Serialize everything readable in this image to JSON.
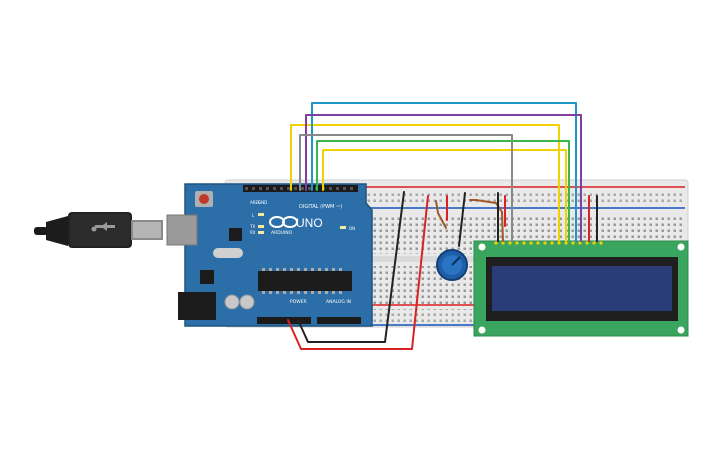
{
  "arduino": {
    "logo_text": "UNO",
    "brand_text": "ARDUINO",
    "header_label": "DIGITAL (PWM ~)",
    "power_label": "POWER",
    "analog_label": "ANALOG IN",
    "led_labels": [
      "L",
      "TX",
      "RX"
    ],
    "on_label": "ON",
    "aref_label": "AREF",
    "gnd_label": "GND"
  },
  "colors": {
    "board": "#2b6ea8",
    "board_edge": "#1f557f",
    "breadboard": "#e9e9e9",
    "lcd_pcb": "#3aa55e",
    "lcd_screen": "#2a3d78",
    "wire_yellow": "#f2d100",
    "wire_blue": "#1e96c8",
    "wire_purple": "#7d3fa0",
    "wire_green": "#39b54a",
    "wire_gray": "#888888",
    "wire_red": "#d92323",
    "wire_black": "#222222",
    "wire_brown": "#a0582a",
    "pot_body": "#1f5fa8"
  }
}
